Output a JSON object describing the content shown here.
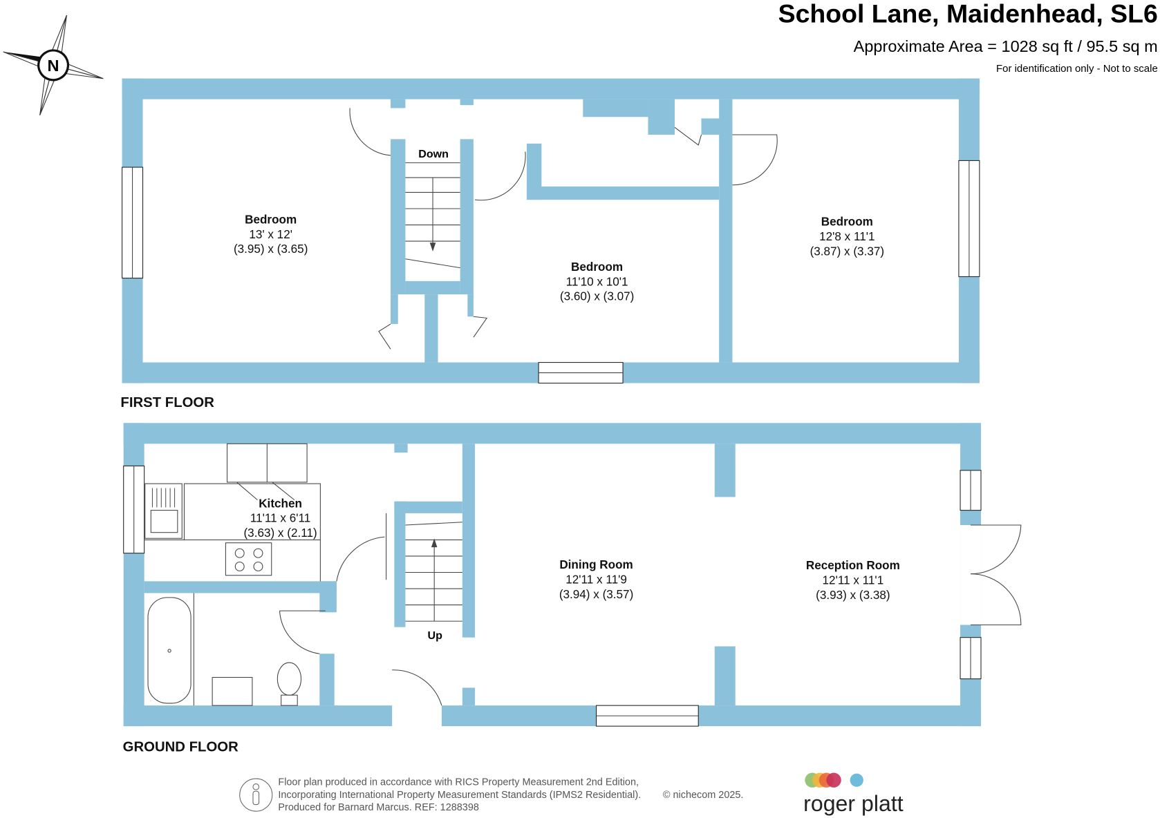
{
  "header": {
    "title": "School Lane, Maidenhead, SL6",
    "area": "Approximate Area = 1028 sq ft / 95.5 sq m",
    "note": "For identification only - Not to scale"
  },
  "compass": {
    "label": "N"
  },
  "first_floor": {
    "label": "FIRST FLOOR",
    "stairs_label": "Down",
    "rooms": [
      {
        "name": "Bedroom",
        "imperial": "13' x 12'",
        "metric": "(3.95) x (3.65)"
      },
      {
        "name": "Bedroom",
        "imperial": "11'10 x 10'1",
        "metric": "(3.60) x (3.07)"
      },
      {
        "name": "Bedroom",
        "imperial": "12'8 x 11'1",
        "metric": "(3.87) x (3.37)"
      }
    ]
  },
  "ground_floor": {
    "label": "GROUND FLOOR",
    "stairs_label": "Up",
    "rooms": [
      {
        "name": "Kitchen",
        "imperial": "11'11 x 6'11",
        "metric": "(3.63) x (2.11)"
      },
      {
        "name": "Dining Room",
        "imperial": "12'11 x 11'9",
        "metric": "(3.94) x (3.57)"
      },
      {
        "name": "Reception Room",
        "imperial": "12'11 x 11'1",
        "metric": "(3.93) x (3.38)"
      }
    ]
  },
  "footer": {
    "lines": [
      "Floor plan produced in accordance with RICS Property Measurement 2nd Edition,",
      "Incorporating International Property Measurement Standards (IPMS2 Residential).",
      "Produced for Barnard Marcus.   REF:  1288398"
    ],
    "copyright": "© nichecom 2025.",
    "logo_text": "roger platt"
  },
  "colors": {
    "wall": "#8bc1da"
  }
}
